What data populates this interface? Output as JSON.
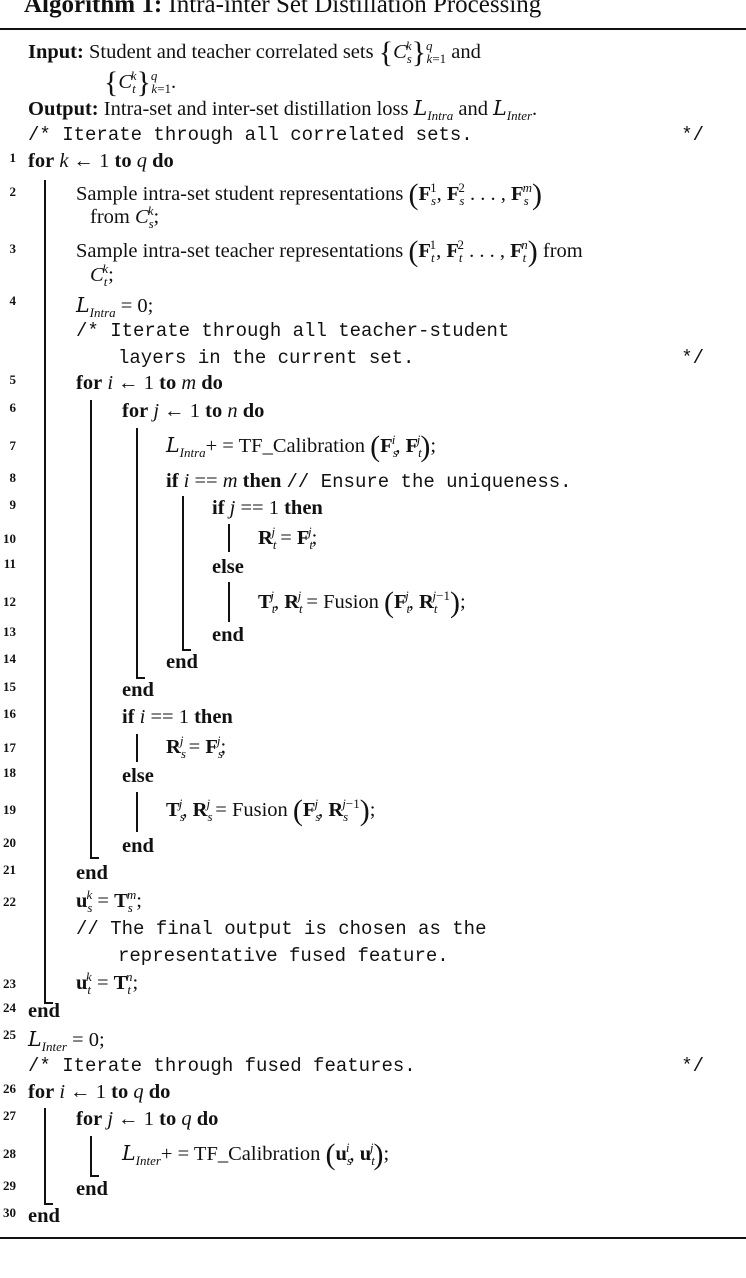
{
  "title": {
    "label": "Algorithm 1:",
    "text": "Intra-inter Set Distillation Processing"
  },
  "header": {
    "input_label": "Input:",
    "input_text": "Student and teacher correlated sets",
    "input_and": "and",
    "output_label": "Output:",
    "output_text": "Intra-set and inter-set distillation loss",
    "output_and": "and"
  },
  "keywords": {
    "for": "for",
    "to": "to",
    "do": "do",
    "if": "if",
    "then": "then",
    "else": "else",
    "end": "end"
  },
  "comments": {
    "c1": "/* Iterate through all correlated sets.",
    "c2a": "/* Iterate through all teacher-student",
    "c2b": "layers in the current set.",
    "c3": "// Ensure the uniqueness.",
    "c4a": "// The final output is chosen as the",
    "c4b": "representative fused feature.",
    "c5": "/* Iterate through fused features.",
    "close": "*/"
  },
  "steps": {
    "s2a": "Sample intra-set student representations",
    "s2b": "from",
    "s3a": "Sample intra-set teacher representations",
    "s3b": "from",
    "tf": "TF_Calibration",
    "fusion": "Fusion"
  },
  "line_numbers": [
    "1",
    "2",
    "3",
    "4",
    "5",
    "6",
    "7",
    "8",
    "9",
    "10",
    "11",
    "12",
    "13",
    "14",
    "15",
    "16",
    "17",
    "18",
    "19",
    "20",
    "21",
    "22",
    "23",
    "24",
    "25",
    "26",
    "27",
    "28",
    "29",
    "30"
  ]
}
